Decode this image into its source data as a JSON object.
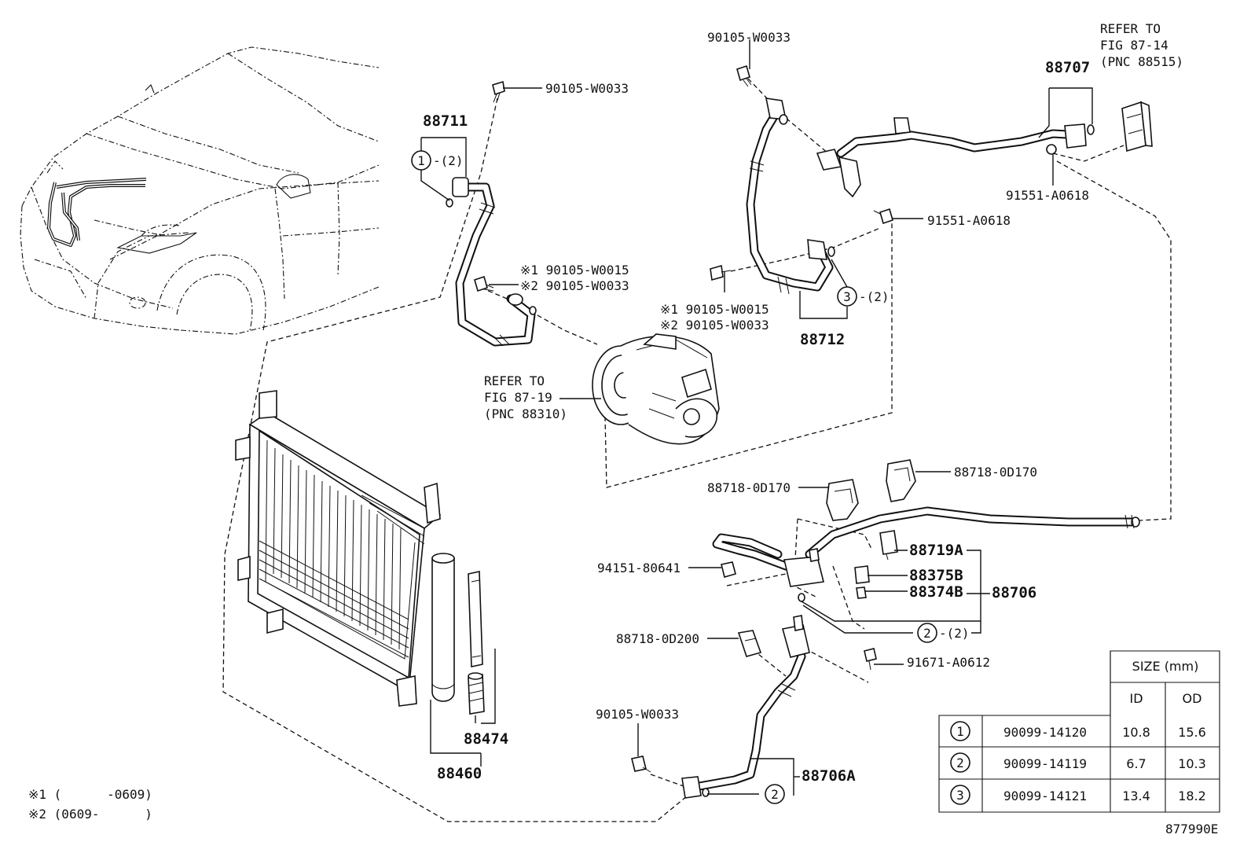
{
  "labels": {
    "l_90105_w0033_top": "90105-W0033",
    "l_88711": "88711",
    "l_circle1_qty": "-(2)",
    "l_star1_comp": "※1 90105-W0015",
    "l_star2_comp": "※2 90105-W0033",
    "l_refer_comp_1": "REFER TO",
    "l_refer_comp_2": "FIG 87-19",
    "l_refer_comp_3": "(PNC 88310)",
    "l_90105_w0033_mid": "90105-W0033",
    "l_star1_mid": "※1 90105-W0015",
    "l_star2_mid": "※2 90105-W0033",
    "l_circle3_qty": "-(2)",
    "l_88712": "88712",
    "l_refer_valve_1": "REFER TO",
    "l_refer_valve_2": "FIG 87-14",
    "l_refer_valve_3": "(PNC 88515)",
    "l_88707": "88707",
    "l_91551_a0618_a": "91551-A0618",
    "l_91551_a0618_b": "91551-A0618",
    "l_88718_0d170_a": "88718-0D170",
    "l_88718_0d170_b": "88718-0D170",
    "l_88719a": "88719A",
    "l_88375b": "88375B",
    "l_88374b": "88374B",
    "l_88706": "88706",
    "l_94151_80641": "94151-80641",
    "l_circle2_qty": "-(2)",
    "l_88718_0d200": "88718-0D200",
    "l_91671_a0612": "91671-A0612",
    "l_90105_w0033_low": "90105-W0033",
    "l_88706a": "88706A",
    "l_88474": "88474",
    "l_88460": "88460",
    "l_note1": "※1 (      -0609)",
    "l_note2": "※2 (0609-      )",
    "l_figure_id": "877990E"
  },
  "callouts": {
    "c1": "1",
    "c2": "2",
    "c3": "3"
  },
  "size_table": {
    "header": "SIZE (mm)",
    "col_id": "ID",
    "col_od": "OD",
    "rows": [
      {
        "mark": "1",
        "part": "90099-14120",
        "id": "10.8",
        "od": "15.6"
      },
      {
        "mark": "2",
        "part": "90099-14119",
        "id": "6.7",
        "od": "10.3"
      },
      {
        "mark": "3",
        "part": "90099-14121",
        "id": "13.4",
        "od": "18.2"
      }
    ]
  },
  "colors": {
    "line": "#111111",
    "background": "#ffffff"
  }
}
